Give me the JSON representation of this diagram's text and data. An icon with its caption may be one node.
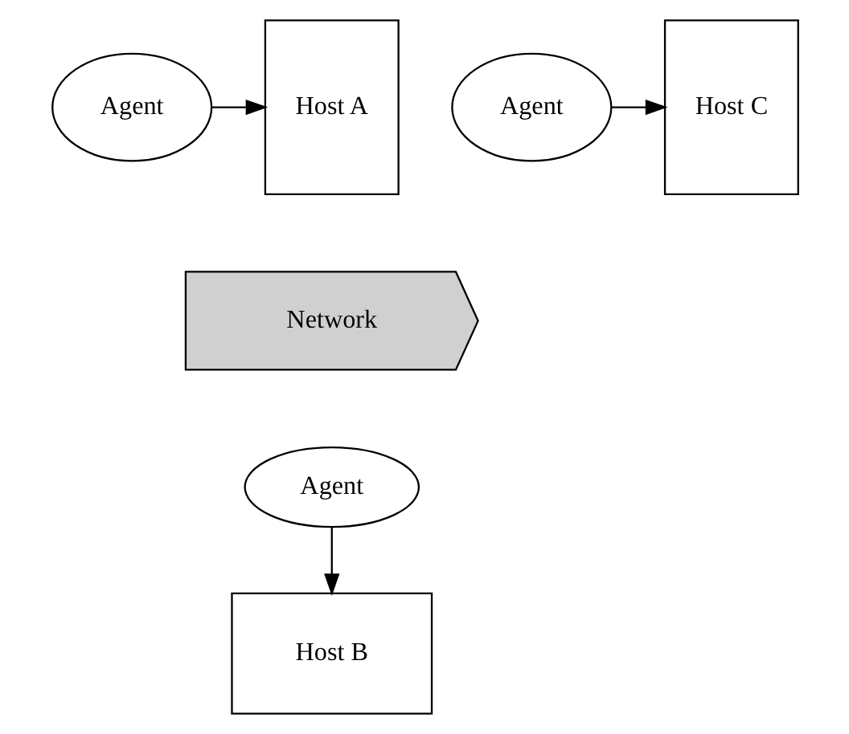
{
  "diagram": {
    "nodes": [
      {
        "text": [
          "Host A"
        ]
      },
      {
        "text": [
          "Agent"
        ]
      },
      {
        "text": [
          "Agent"
        ]
      },
      {
        "text": [
          "Host C"
        ]
      },
      {
        "text": [
          "Network"
        ]
      },
      {
        "text": [
          "Agent"
        ]
      },
      {
        "text": [
          "Host B"
        ]
      }
    ],
    "edges": [
      {
        "from": 1,
        "to": 0,
        "arrow": "to"
      },
      {
        "from": 2,
        "to": 3,
        "arrow": "to"
      },
      {
        "from": 5,
        "to": 6,
        "arrow": "to"
      }
    ]
  }
}
